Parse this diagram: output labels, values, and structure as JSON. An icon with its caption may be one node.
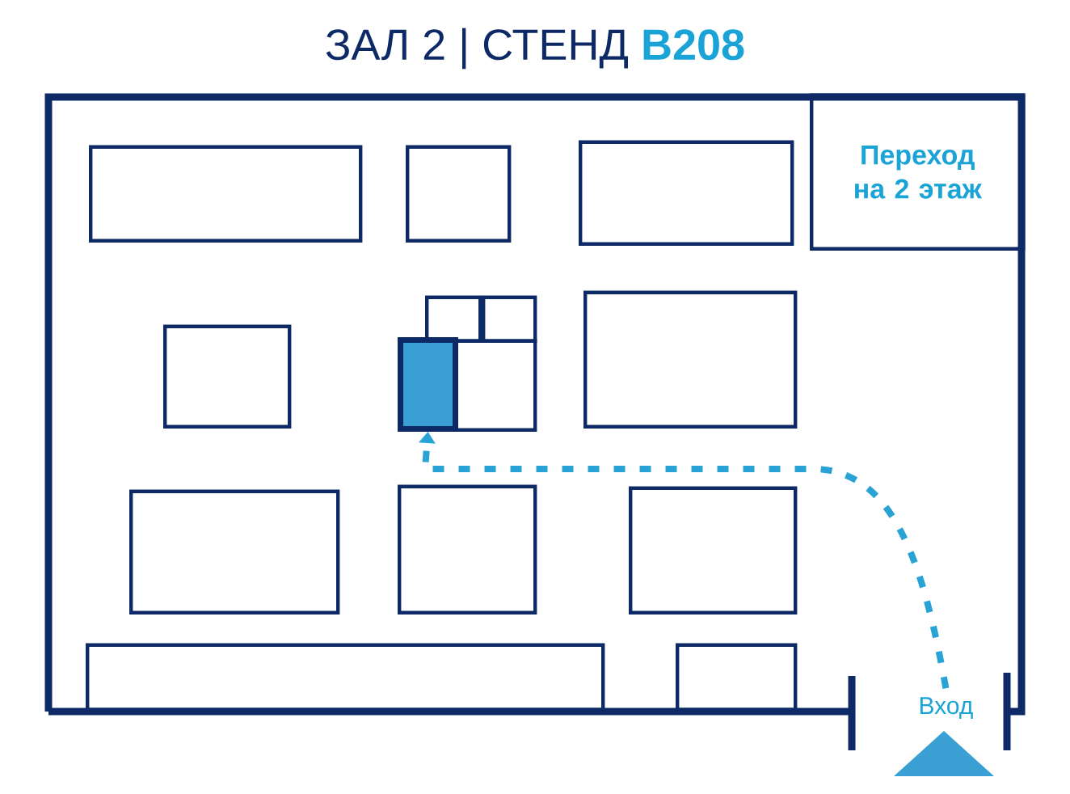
{
  "diagram": {
    "title": "ЗАЛ 2 | СТЕНД **B208**",
    "nodes": [
      {
        "text": [],
        "shape": "box"
      },
      {
        "text": [],
        "shape": "box"
      },
      {
        "text": [],
        "shape": "box"
      },
      {
        "text": [
          "Переход на 2 этаж"
        ]
      },
      {
        "text": [],
        "shape": "box"
      },
      {
        "text": [],
        "shape": "box"
      },
      {
        "text": [],
        "shape": "box"
      },
      {
        "text": [],
        "shape": "box"
      },
      {
        "text": [],
        "shape": "box"
      },
      {
        "text": [],
        "shape": "box"
      },
      {
        "text": [],
        "shape": "box"
      },
      {
        "text": [],
        "shape": "box"
      },
      {
        "text": [],
        "shape": "box"
      },
      {
        "text": [],
        "shape": "box"
      },
      {
        "text": [],
        "shape": "box"
      },
      {
        "text": [
          "Вход"
        ]
      }
    ],
    "edges": [
      {
        "from": 15,
        "to": 7,
        "arrow": "to",
        "style": "dashed",
        "color": "#29a3d6"
      }
    ]
  }
}
